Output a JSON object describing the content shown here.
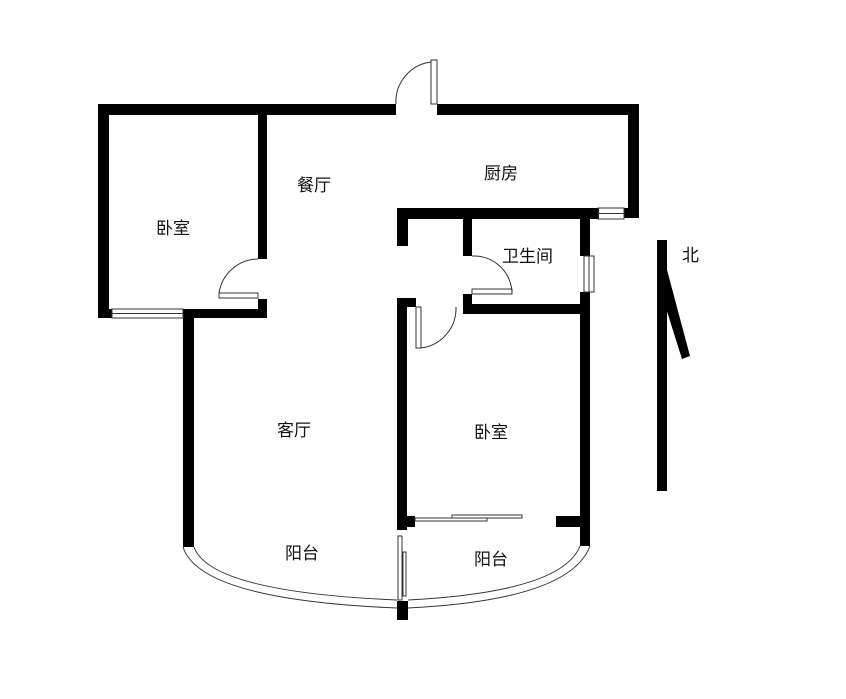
{
  "rooms": {
    "bedroom_left": "卧室",
    "dining": "餐厅",
    "kitchen": "厨房",
    "bathroom": "卫生间",
    "living": "客厅",
    "bedroom_right": "卧室",
    "balcony_left": "阳台",
    "balcony_right": "阳台"
  },
  "compass": {
    "label": "北"
  },
  "colors": {
    "wall": "#000000",
    "thin_line": "#555555",
    "background": "#ffffff"
  }
}
